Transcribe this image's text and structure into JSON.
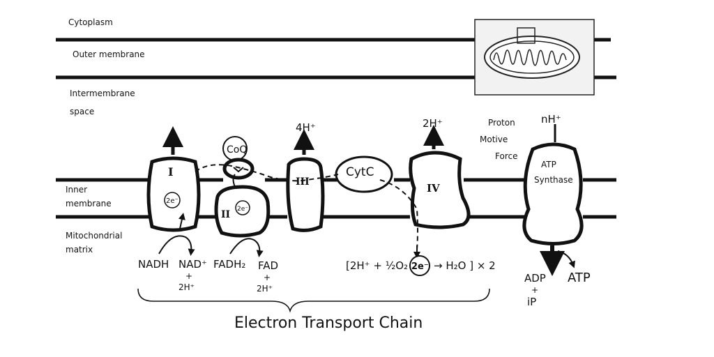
{
  "regions": {
    "cytoplasm": "Cytoplasm",
    "outer_membrane": "Outer membrane",
    "intermembrane_line1": "Intermembrane",
    "intermembrane_line2": "space",
    "inner_membrane_line1": "Inner",
    "inner_membrane_line2": "membrane",
    "matrix_line1": "Mitochondrial",
    "matrix_line2": "matrix"
  },
  "complexes": {
    "c1": {
      "numeral": "I",
      "electron": "2e⁻",
      "proton": ""
    },
    "coq": "CoQ",
    "c2": {
      "numeral": "II",
      "electron": "2e⁻"
    },
    "c3": {
      "numeral": "III",
      "proton": "4H⁺"
    },
    "cytc": "CytC",
    "c4": {
      "numeral": "IV",
      "proton": "2H⁺"
    },
    "atp_synthase": {
      "line1": "ATP",
      "line2": "Synthase",
      "proton": "nH⁺"
    }
  },
  "pmf": {
    "line1": "Proton",
    "line2": "Motive",
    "line3": "Force"
  },
  "reactions": {
    "nadh": "NADH",
    "nad": "NAD⁺",
    "nad_plus": "+",
    "nad_h": "2H⁺",
    "fadh2": "FADH₂",
    "fad": "FAD",
    "fad_plus": "+",
    "fad_h": "2H⁺",
    "water_left": "[2H⁺ + ½O₂ +",
    "water_e": "2e⁻",
    "water_right": "→ H₂O ] × 2",
    "adp": "ADP",
    "adp_plus": "+",
    "pi": "iP",
    "atp": "ATP"
  },
  "footer_label": "Electron Transport Chain"
}
